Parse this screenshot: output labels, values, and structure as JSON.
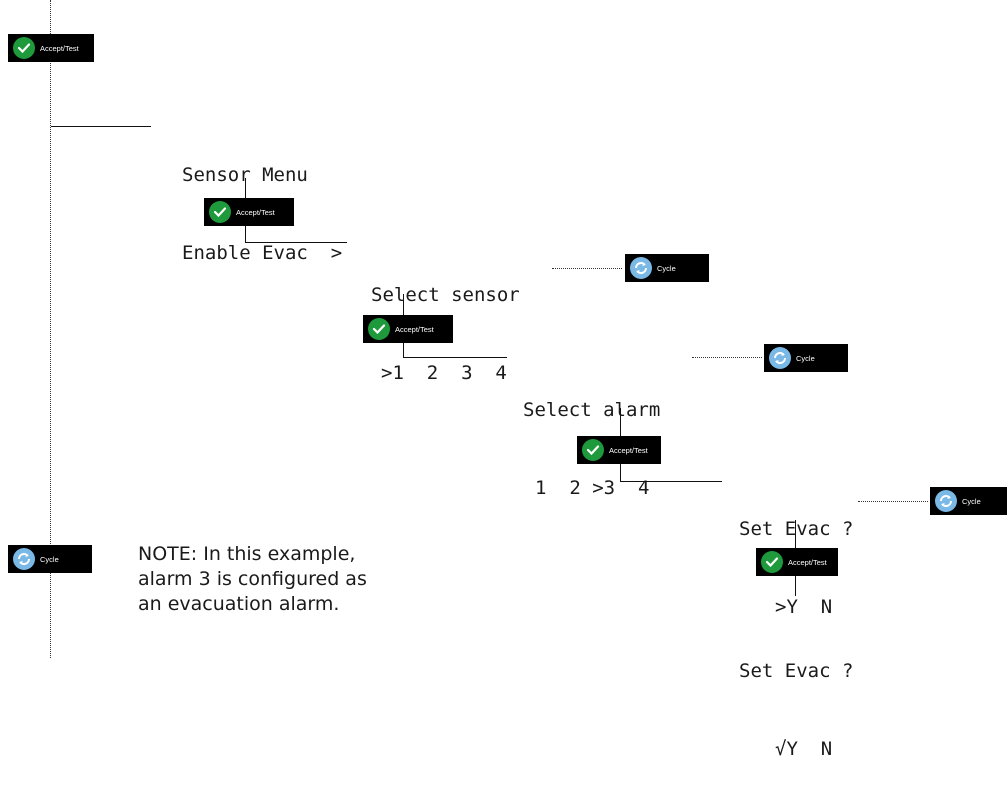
{
  "buttons": {
    "accept_label": "Accept/Test",
    "cycle_label": "Cycle"
  },
  "screens": {
    "sensor_menu_line1": "Sensor Menu",
    "sensor_menu_line2": "Enable Evac  >",
    "select_sensor_line1": "Select sensor",
    "select_sensor_line2": ">1  2  3  4",
    "select_alarm_line1": "Select alarm",
    "select_alarm_line2": "1  2 >3  4",
    "set_evac_line1": "Set Evac ?",
    "set_evac_line2": ">Y  N",
    "set_evac_confirm_line1": "Set Evac ?",
    "set_evac_confirm_line2": "√Y  N"
  },
  "note": {
    "line1": "NOTE: In this example,",
    "line2": "alarm 3 is configured as",
    "line3": "an evacuation alarm."
  },
  "colors": {
    "accept_green": "#1e9a3c",
    "cycle_blue": "#7ab8e6",
    "button_bg": "#000000"
  },
  "icons": {
    "accept": "checkmark-icon",
    "cycle": "refresh-icon"
  }
}
